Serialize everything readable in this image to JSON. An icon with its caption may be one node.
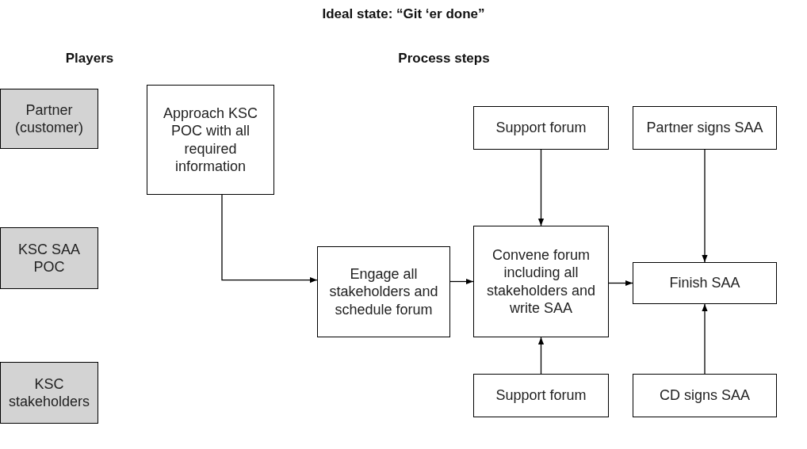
{
  "diagram": {
    "title": "Ideal state: “Git ‘er done”",
    "nodes": [
      {
        "text": [
          "Partner (customer)"
        ]
      },
      {
        "text": [
          "KSC SAA POC"
        ]
      },
      {
        "text": [
          "KSC stakeholders"
        ]
      },
      {
        "text": [
          "Approach KSC POC with all required information"
        ]
      },
      {
        "text": [
          "Engage all stakeholders and schedule forum"
        ]
      },
      {
        "text": [
          "Support forum"
        ]
      },
      {
        "text": [
          "Convene forum including all stakeholders and write SAA"
        ]
      },
      {
        "text": [
          "Support forum"
        ]
      },
      {
        "text": [
          "Partner signs SAA"
        ]
      },
      {
        "text": [
          "Finish SAA"
        ]
      },
      {
        "text": [
          "CD signs SAA"
        ]
      }
    ],
    "edges": [
      {
        "from": 3,
        "to": 4,
        "arrow": "to"
      },
      {
        "from": 4,
        "to": 6,
        "arrow": "to"
      },
      {
        "from": 5,
        "to": 6,
        "arrow": "to"
      },
      {
        "from": 7,
        "to": 6,
        "arrow": "to"
      },
      {
        "from": 6,
        "to": 9,
        "arrow": "to"
      },
      {
        "from": 8,
        "to": 9,
        "arrow": "to"
      },
      {
        "from": 10,
        "to": 9,
        "arrow": "to"
      }
    ],
    "labels": [
      "Players",
      "Process steps"
    ]
  }
}
